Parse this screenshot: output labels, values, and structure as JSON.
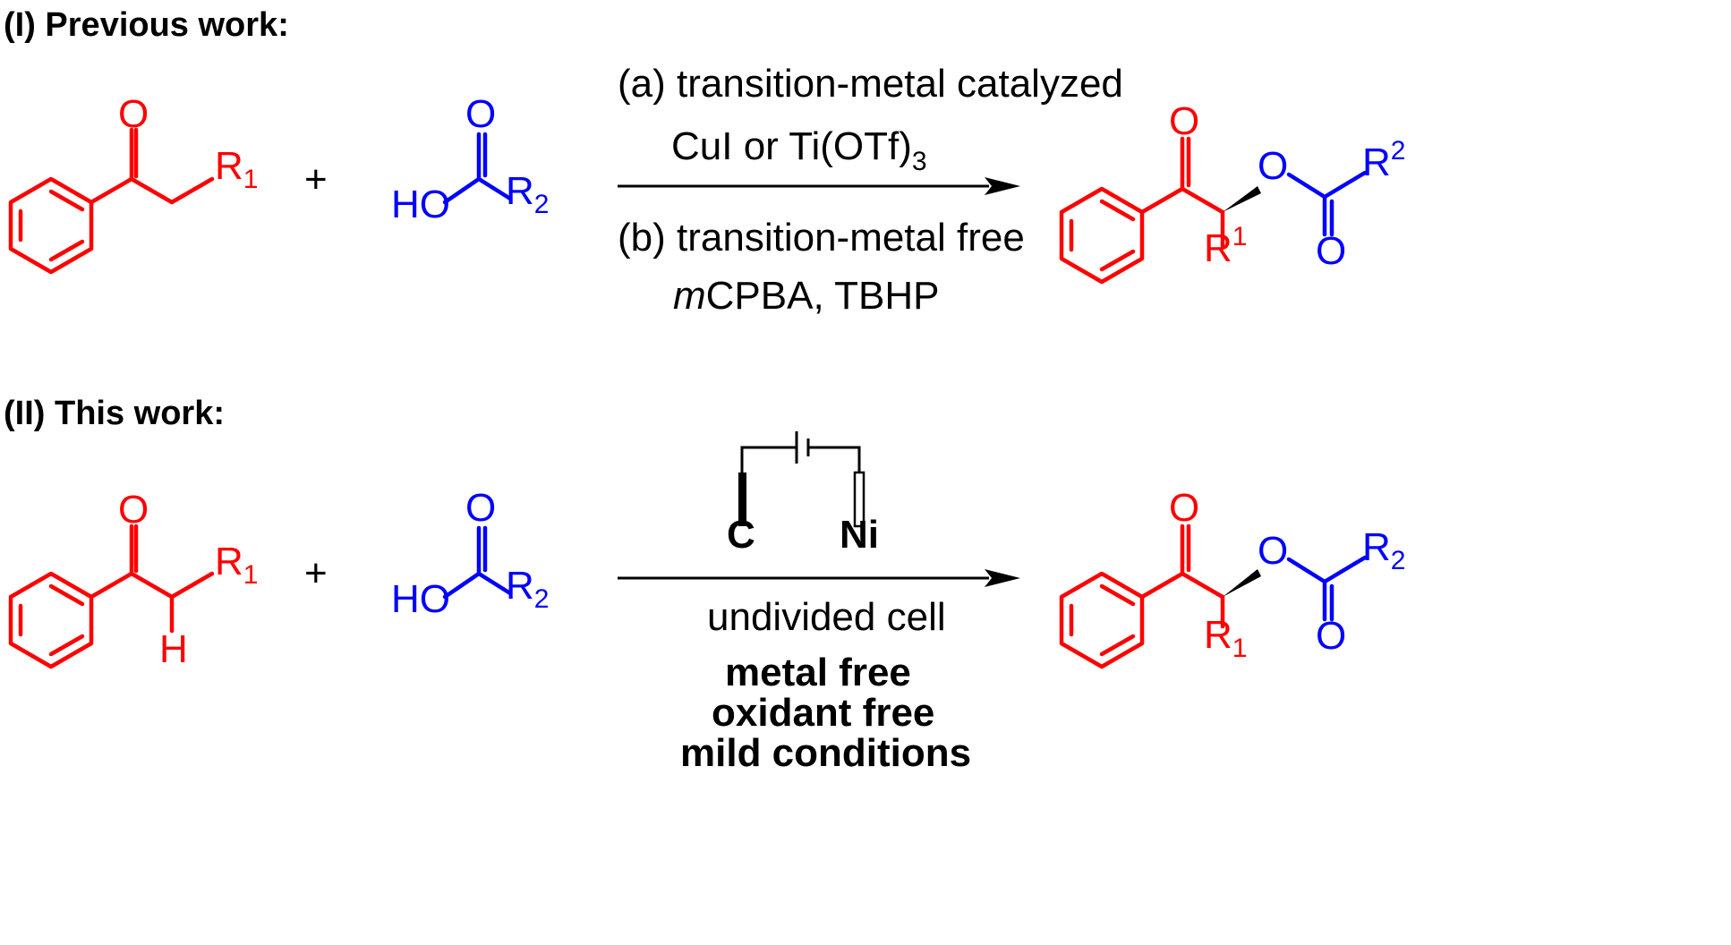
{
  "colors": {
    "ketone": "#ff0000",
    "acid": "#0000ff",
    "text": "#000000"
  },
  "section1": {
    "heading": "(I) Previous work:",
    "plus": "+",
    "ketone": {
      "oxygen": "O",
      "substituent": "R",
      "substituent_index": "1"
    },
    "acid": {
      "oxygen": "O",
      "hydroxyl": "HO",
      "substituent": "R",
      "substituent_index": "2"
    },
    "conditions": {
      "line_a": "(a) transition-metal catalyzed",
      "reagents_a_main": "CuI or Ti(OTf)",
      "reagents_a_sub": "3",
      "line_b": "(b) transition-metal free",
      "reagents_b_italic": "m",
      "reagents_b_rest": "CPBA, TBHP"
    },
    "product": {
      "ketone_oxygen": "O",
      "ester_oxygen": "O",
      "carbonyl_oxygen": "O",
      "r_alpha": "R",
      "r_alpha_index": "1",
      "r_acyl": "R",
      "r_acyl_index": "2"
    }
  },
  "section2": {
    "heading": "(II) This work:",
    "plus": "+",
    "ketone": {
      "oxygen": "O",
      "substituent": "R",
      "substituent_index": "1",
      "hydrogen": "H"
    },
    "acid": {
      "oxygen": "O",
      "hydroxyl": "HO",
      "substituent": "R",
      "substituent_index": "2"
    },
    "cell": {
      "anode": "C",
      "cathode": "Ni"
    },
    "conditions": {
      "cell_type": "undivided cell",
      "feature_1": "metal free",
      "feature_2": "oxidant free",
      "feature_3": "mild conditions"
    },
    "product": {
      "ketone_oxygen": "O",
      "ester_oxygen": "O",
      "carbonyl_oxygen": "O",
      "r_alpha": "R",
      "r_alpha_index": "1",
      "r_acyl": "R",
      "r_acyl_index": "2"
    }
  }
}
